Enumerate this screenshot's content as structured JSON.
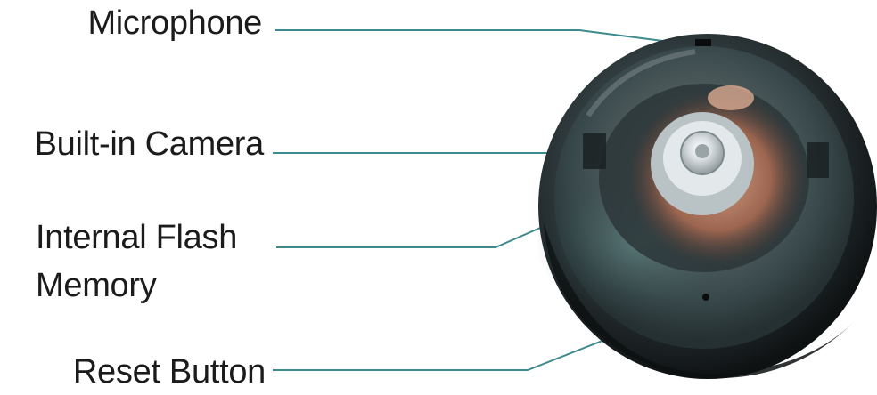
{
  "callouts": {
    "microphone": "Microphone",
    "camera": "Built-in Camera",
    "flash_line1": "Internal Flash",
    "flash_line2": "Memory",
    "reset": "Reset Button"
  },
  "colors": {
    "leader_line": "#3f8a8e",
    "text": "#1b1b1b",
    "shell_dark": "#1e2426",
    "dome_tint": "#4f6d70",
    "lens_copper": "#c48a6e",
    "lens_silver": "#d9dfe1"
  },
  "device": {
    "icon": "dome-camera-icon"
  }
}
